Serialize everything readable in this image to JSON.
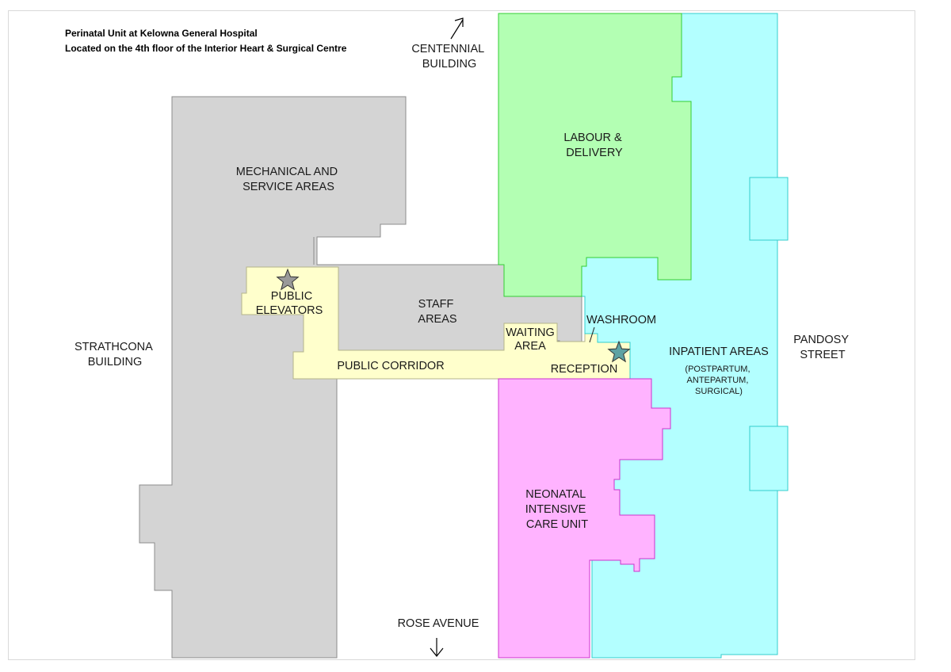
{
  "header": {
    "title_line1": "Perinatal Unit at Kelowna General Hospital",
    "title_line2": "Located on the 4th floor of the Interior Heart & Surgical Centre"
  },
  "colors": {
    "service_fill": "#d4d4d4",
    "service_stroke": "#8c8c8c",
    "public_fill": "#ffffcc",
    "public_stroke": "#b5b58a",
    "labour_fill": "#b3ffb3",
    "labour_stroke": "#33cc33",
    "inpatient_fill": "#b3ffff",
    "inpatient_stroke": "#33cccc",
    "nicu_fill": "#ffb3ff",
    "nicu_stroke": "#cc33cc",
    "star_elevator": "#999999",
    "star_reception": "#5fa3a3"
  },
  "areas": {
    "mechanical": [
      "MECHANICAL AND",
      "SERVICE AREAS"
    ],
    "staff": [
      "STAFF",
      "AREAS"
    ],
    "public_elevators": [
      "PUBLIC",
      "ELEVATORS"
    ],
    "public_corridor": "PUBLIC CORRIDOR",
    "waiting": [
      "WAITING",
      "AREA"
    ],
    "washroom": "WASHROOM",
    "reception": "RECEPTION",
    "labour": [
      "LABOUR &",
      "DELIVERY"
    ],
    "inpatient": "INPATIENT AREAS",
    "inpatient_sub": [
      "(POSTPARTUM,",
      "ANTEPARTUM,",
      "SURGICAL)"
    ],
    "nicu": [
      "NEONATAL",
      "INTENSIVE",
      "CARE UNIT"
    ]
  },
  "surroundings": {
    "centennial": [
      "CENTENNIAL",
      "BUILDING"
    ],
    "strathcona": [
      "STRATHCONA",
      "BUILDING"
    ],
    "pandosy": [
      "PANDOSY",
      "STREET"
    ],
    "rose": "ROSE AVENUE"
  },
  "icons": {
    "elevator_marker": "star-icon",
    "reception_marker": "star-icon",
    "arrow_north": "arrow-north-icon",
    "arrow_south": "arrow-south-icon"
  }
}
